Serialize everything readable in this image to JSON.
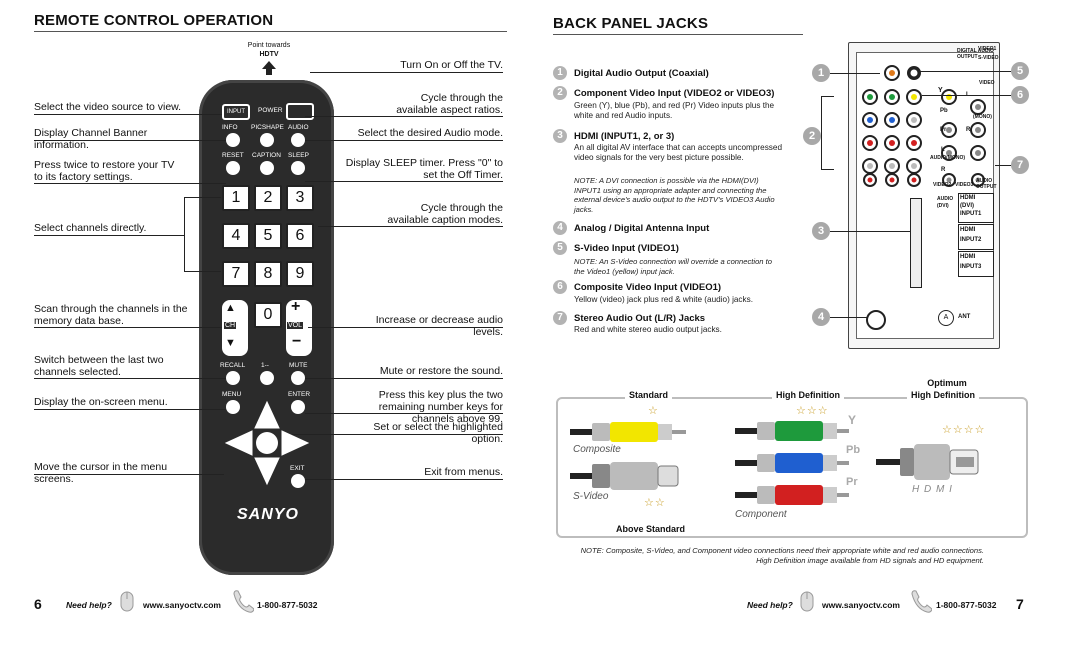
{
  "left": {
    "title": "REMOTE CONTROL OPERATION",
    "point_towards": "Point towards",
    "hdtv": "HDTV",
    "left_labels": [
      "Select the video source to view.",
      "Display Channel Banner information.",
      "Press twice to restore your TV to its factory settings.",
      "Select channels directly.",
      "Scan through the channels in the memory data base.",
      "Switch between the last two channels selected.",
      "Display the on-screen menu.",
      "Move the cursor in the menu screens."
    ],
    "right_labels": [
      "Turn On or Off the TV.",
      "Cycle through the available aspect ratios.",
      "Select the desired Audio mode.",
      "Display SLEEP timer. Press \"0\" to set the Off Timer.",
      "Cycle through the available caption modes.",
      "Increase or decrease audio levels.",
      "Mute or restore the sound.",
      "Press this key plus the two remaining number keys for channels above 99.",
      "Set or select the highlighted option.",
      "Exit from menus."
    ],
    "remote": {
      "input": "INPUT",
      "power": "POWER",
      "info": "INFO",
      "picshape": "PICSHAPE",
      "audio": "AUDIO",
      "reset": "RESET",
      "caption": "CAPTION",
      "sleep": "SLEEP",
      "keys": [
        "1",
        "2",
        "3",
        "4",
        "5",
        "6",
        "7",
        "8",
        "9",
        "0"
      ],
      "ch": "CH",
      "vol": "VOL",
      "recall": "RECALL",
      "dash": "1--",
      "mute": "MUTE",
      "menu": "MENU",
      "enter": "ENTER",
      "exit": "EXIT",
      "brand": "SANYO"
    },
    "page_number": "6",
    "need_help": "Need help?",
    "website": "www.sanyoctv.com",
    "phone": "1-800-877-5032"
  },
  "right": {
    "title": "BACK PANEL JACKS",
    "items": [
      {
        "num": "1",
        "title": "Digital Audio Output (Coaxial)",
        "body": "",
        "note": ""
      },
      {
        "num": "2",
        "title": "Component Video Input (VIDEO2 or VIDEO3)",
        "body": "Green (Y), blue (Pb), and red (Pr) Video inputs plus the white and red Audio inputs.",
        "note": ""
      },
      {
        "num": "3",
        "title": "HDMI (INPUT1, 2, or 3)",
        "body": "An all digital AV interface that can accepts uncompressed video signals for the very best picture possible.",
        "note": "NOTE: A DVI connection is possible via the HDMI(DVI) INPUT1 using an appropriate adapter and connecting the external device's audio output to the HDTV's VIDEO3 Audio jacks."
      },
      {
        "num": "4",
        "title": "Analog / Digital Antenna Input",
        "body": "",
        "note": ""
      },
      {
        "num": "5",
        "title": "S-Video Input (VIDEO1)",
        "body": "",
        "note": "NOTE: An S-Video connection will override a connection to the Video1 (yellow) input jack."
      },
      {
        "num": "6",
        "title": "Composite Video Input (VIDEO1)",
        "body": "Yellow (video) jack plus red & white (audio) jacks.",
        "note": ""
      },
      {
        "num": "7",
        "title": "Stereo Audio Out (L/R) Jacks",
        "body": "Red and white stereo audio output jacks.",
        "note": ""
      }
    ],
    "panel": {
      "digital_audio_output": "DIGITAL AUDIO OUTPUT",
      "video1": "VIDEO1",
      "svideo": "S-VIDEO",
      "video": "VIDEO",
      "y": "Y",
      "pb": "Pb",
      "pr": "Pr",
      "l": "L",
      "r": "R",
      "mono": "(MONO)",
      "audio_mono": "AUDIO(MONO)",
      "video2": "VIDEO2",
      "video3": "VIDEO3",
      "audio_output": "AUDIO OUTPUT",
      "audio": "AUDIO",
      "dvi": "(DVI)",
      "hdmi": "HDMI",
      "input1": "INPUT1",
      "input2": "INPUT2",
      "input3": "INPUT3",
      "ant": "ANT"
    },
    "quality": {
      "standard": "Standard",
      "high_definition": "High Definition",
      "optimum": "Optimum",
      "optimum_hd": "High Definition",
      "above_standard": "Above Standard",
      "composite": "Composite",
      "svideo": "S-Video",
      "component": "Component",
      "hdmi": "H D M I",
      "y": "Y",
      "pb": "Pb",
      "pr": "Pr"
    },
    "bottom_note": "NOTE: Composite, S-Video, and Component video connections need their appropriate white and red audio connections. High Definition image available from HD signals and HD equipment.",
    "page_number": "7",
    "need_help": "Need help?",
    "website": "www.sanyoctv.com",
    "phone": "1-800-877-5032"
  },
  "colors": {
    "remote_body": "#2b2b2b",
    "composite_yellow": "#f2e600",
    "green": "#1e9a3c",
    "blue": "#1f5fd0",
    "red": "#d22020",
    "gray_circle": "#a8a8a8",
    "star": "#c79a1e"
  }
}
